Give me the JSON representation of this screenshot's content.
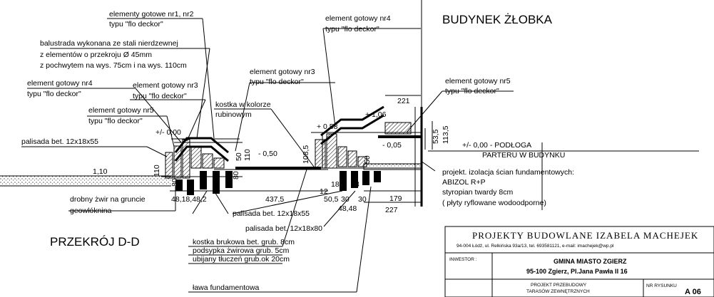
{
  "section_title": "PRZEKRÓJ D-D",
  "building_label": "BUDYNEK ŻŁOBKA",
  "callouts": {
    "el_nr1_nr2": [
      "elementy gotowe nr1, nr2",
      "typu \"flo deckor\""
    ],
    "balustrada": [
      "balustrada wykonana ze stali nierdzewnej",
      "z elementów o przekroju Ø 45mm",
      "z pochwytem na wys. 75cm i na wys. 110cm"
    ],
    "el_nr4_left": [
      "element gotowy nr4",
      "typu \"flo deckor\""
    ],
    "el_nr3_left": [
      "element gotowy nr3",
      "typu \"flo deckor\""
    ],
    "el_nr5_left": [
      "element gotowy nr5",
      "typu \"flo deckor\""
    ],
    "el_nr3_center": [
      "element gotowy nr3",
      "typu \"flo deckor\""
    ],
    "el_nr4_top": [
      "element gotowy nr4",
      "typu \"flo deckor\""
    ],
    "el_nr5_right": [
      "element gotowy nr5",
      "typu \"flo deckor\""
    ],
    "kostka": [
      "kostka w kolorze",
      "rubinowym"
    ],
    "palisada_top": "palisada bet. 12x18x55",
    "podloga": [
      "+/- 0,00 - PODŁOGA",
      "PARTERU W BUDYNKU"
    ],
    "izolacja": [
      "projekt. izolacja ścian fundamentowych:",
      "ABIZOL R+P",
      "styropian twardy 8cm",
      "( płyty ryflowane wodoodporne)"
    ],
    "zwir": "drobny żwir na gruncie",
    "geowloknina": "geowłóknina",
    "palisada_55": "palisada bet. 12x18x55",
    "palisada_80": "palisada bet. 12x18x80",
    "layers": [
      "kostka brukowa bet. grub. 8cm",
      "podsypka żwirowa grub. 5cm",
      "ubijany tłuczeń grub.ok 20cm"
    ],
    "lawa": "ława fundamentowa"
  },
  "dimensions": {
    "lvl_110": "1,10",
    "lvl_000_left": "+/- 0,00",
    "lvl_050": "- 0,50",
    "lvl_058": "+ 0,58",
    "lvl_106": "+ 1,06",
    "lvl_005": "- 0,05",
    "d_221": "221",
    "d_53_5": "53,5",
    "d_113_5": "113,5",
    "d_108_5": "108,5",
    "d_50": "50",
    "d_110": "110",
    "d_80a": "80",
    "d_80b": "80",
    "d_80c": "80",
    "d_50b": "50",
    "d_437_5": "437,5",
    "d_179": "179",
    "d_227": "227",
    "d_bottom_left": "48,18,48,2",
    "d_12": "12",
    "d_18a": "18",
    "d_18b": "18",
    "d_50_5": "50,5",
    "d_30a": "30",
    "d_30b": "30",
    "d_48_48": "48,48"
  },
  "title_block": {
    "firm": "PROJEKTY BUDOWLANE IZABELA MACHEJEK",
    "firm_address": "94-004 Łódź, ul. Relkińska 93a/13, tel. 693581121, e-mail: imachejek@wp.pl",
    "investor_label": "INWESTOR :",
    "investor_name": "GMINA MIASTO ZGIERZ",
    "investor_address": "95-100 Zgierz, Pl.Jana Pawła II 16",
    "project_line1": "PROJEKT PRZEBUDOWY",
    "project_line2": "TARASÓW ZEWNĘTRZNYCH",
    "drawing_no_label": "NR RYSUNKU",
    "drawing_no": "A 06"
  }
}
